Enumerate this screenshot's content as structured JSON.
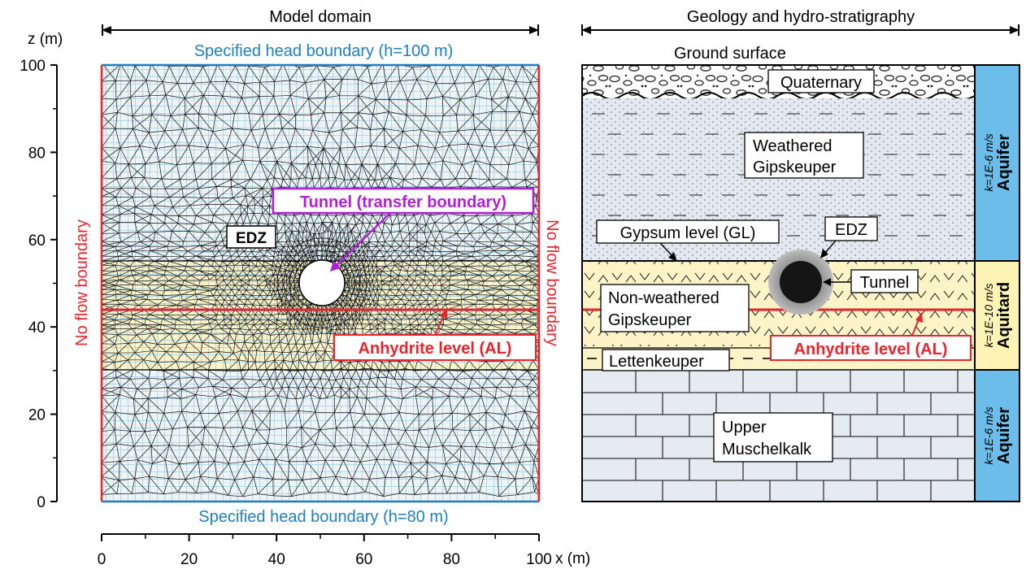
{
  "left_panel": {
    "header": "Model domain",
    "axis_z_label": "z (m)",
    "axis_x_label": "x (m)",
    "z_ticks": [
      "0",
      "20",
      "40",
      "60",
      "80",
      "100"
    ],
    "x_ticks": [
      "0",
      "20",
      "40",
      "60",
      "80",
      "100"
    ],
    "top_boundary": "Specified head boundary (h=100 m)",
    "bottom_boundary": "Specified head boundary (h=80 m)",
    "left_boundary": "No flow boundary",
    "right_boundary": "No flow boundary",
    "tunnel_label": "Tunnel (transfer boundary)",
    "edz_label": "EDZ",
    "al_label": "Anhydrite level (AL)"
  },
  "right_panel": {
    "header": "Geology and hydro-stratigraphy",
    "ground_surface": "Ground surface",
    "quaternary": "Quaternary",
    "weathered_1": "Weathered",
    "weathered_2": "Gipskeuper",
    "gl_label": "Gypsum level (GL)",
    "edz_label": "EDZ",
    "tunnel_label": "Tunnel",
    "nonweathered_1": "Non-weathered",
    "nonweathered_2": "Gipskeuper",
    "al_label": "Anhydrite level (AL)",
    "lettenkeuper": "Lettenkeuper",
    "muschel_1": "Upper",
    "muschel_2": "Muschelkalk",
    "units": [
      {
        "name": "Aquifer",
        "k": "k=1E-6 m/s"
      },
      {
        "name": "Aquitard",
        "k": "k=1E-10 m/s"
      },
      {
        "name": "Aquifer",
        "k": "k=1E-6 m/s"
      }
    ]
  },
  "colors": {
    "boundary_red": "#e8252d",
    "head_blue": "#1f7fc0",
    "tunnel_magenta": "#b21fd8",
    "aquifer_fill": "#6cbde9",
    "aquitard_fill": "#fcf3b5",
    "weathered_fill": "#e4e9f1",
    "mesh_bg": "#eef3f3"
  }
}
